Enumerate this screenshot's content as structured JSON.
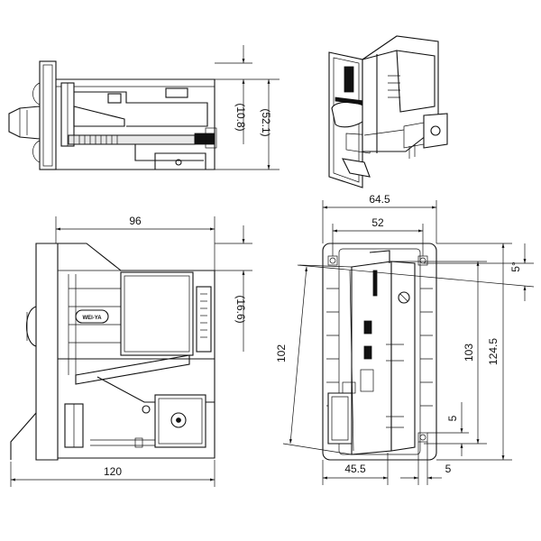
{
  "brand_text": "WEI-YA",
  "dimensions": {
    "top_view": {
      "height_small": "(10.8)",
      "height_total": "(52.1)"
    },
    "side_view": {
      "width_top": "96",
      "width_bottom": "120",
      "offset": "(16.6)"
    },
    "front_view": {
      "outer_width": "64.5",
      "inner_width": "52",
      "left_offset": "45.5",
      "right_margin": "5",
      "height_left": "102",
      "height_inner": "103",
      "height_outer": "124.5",
      "hole_offset": "5",
      "angle": "5°"
    }
  }
}
